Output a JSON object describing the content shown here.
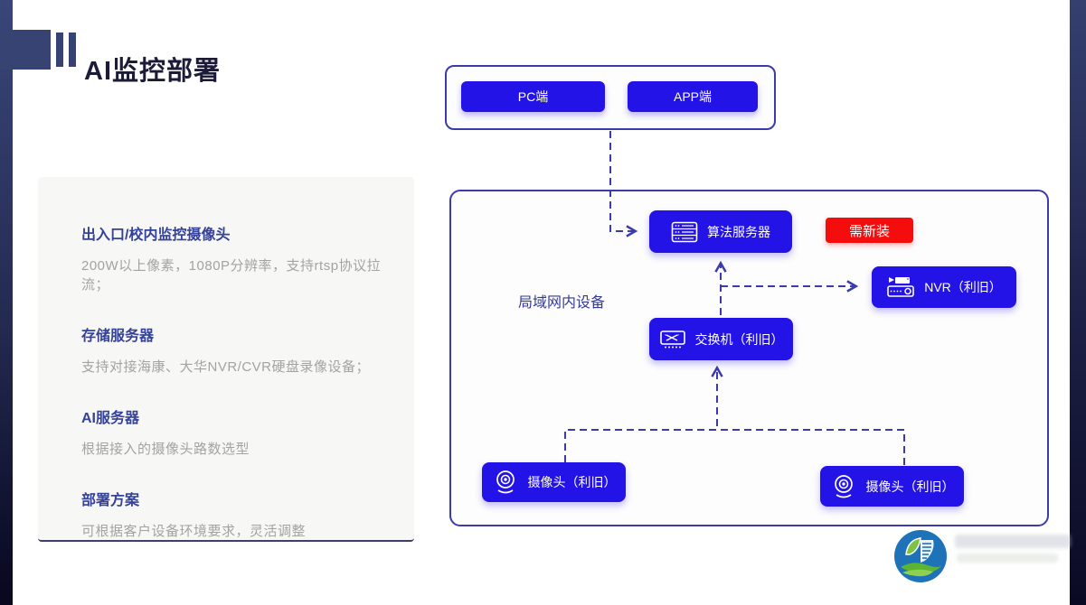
{
  "slide": {
    "title": "AI监控部署"
  },
  "info_panel": {
    "items": [
      {
        "heading": "出入口/校内监控摄像头",
        "body": "200W以上像素，1080P分辨率，支持rtsp协议拉流；"
      },
      {
        "heading": "存储服务器",
        "body": "支持对接海康、大华NVR/CVR硬盘录像设备；"
      },
      {
        "heading": "AI服务器",
        "body": "根据接入的摄像头路数选型"
      },
      {
        "heading": "部署方案",
        "body": "可根据客户设备环境要求，灵活调整"
      }
    ]
  },
  "diagram": {
    "client_box": {
      "pc_label": "PC端",
      "app_label": "APP端"
    },
    "lan_label": "局域网内设备",
    "badge_label": "需新装",
    "nodes": {
      "algorithm_server": "算法服务器",
      "nvr": "NVR（利旧）",
      "switch": "交换机（利旧）",
      "camera_left": "摄像头（利旧）",
      "camera_right": "摄像头（利旧）"
    },
    "colors": {
      "node_blue": "#2313e6",
      "badge_red": "#f50d0d",
      "line_indigo": "#3b3bab",
      "frame_navy": "#364373"
    }
  }
}
